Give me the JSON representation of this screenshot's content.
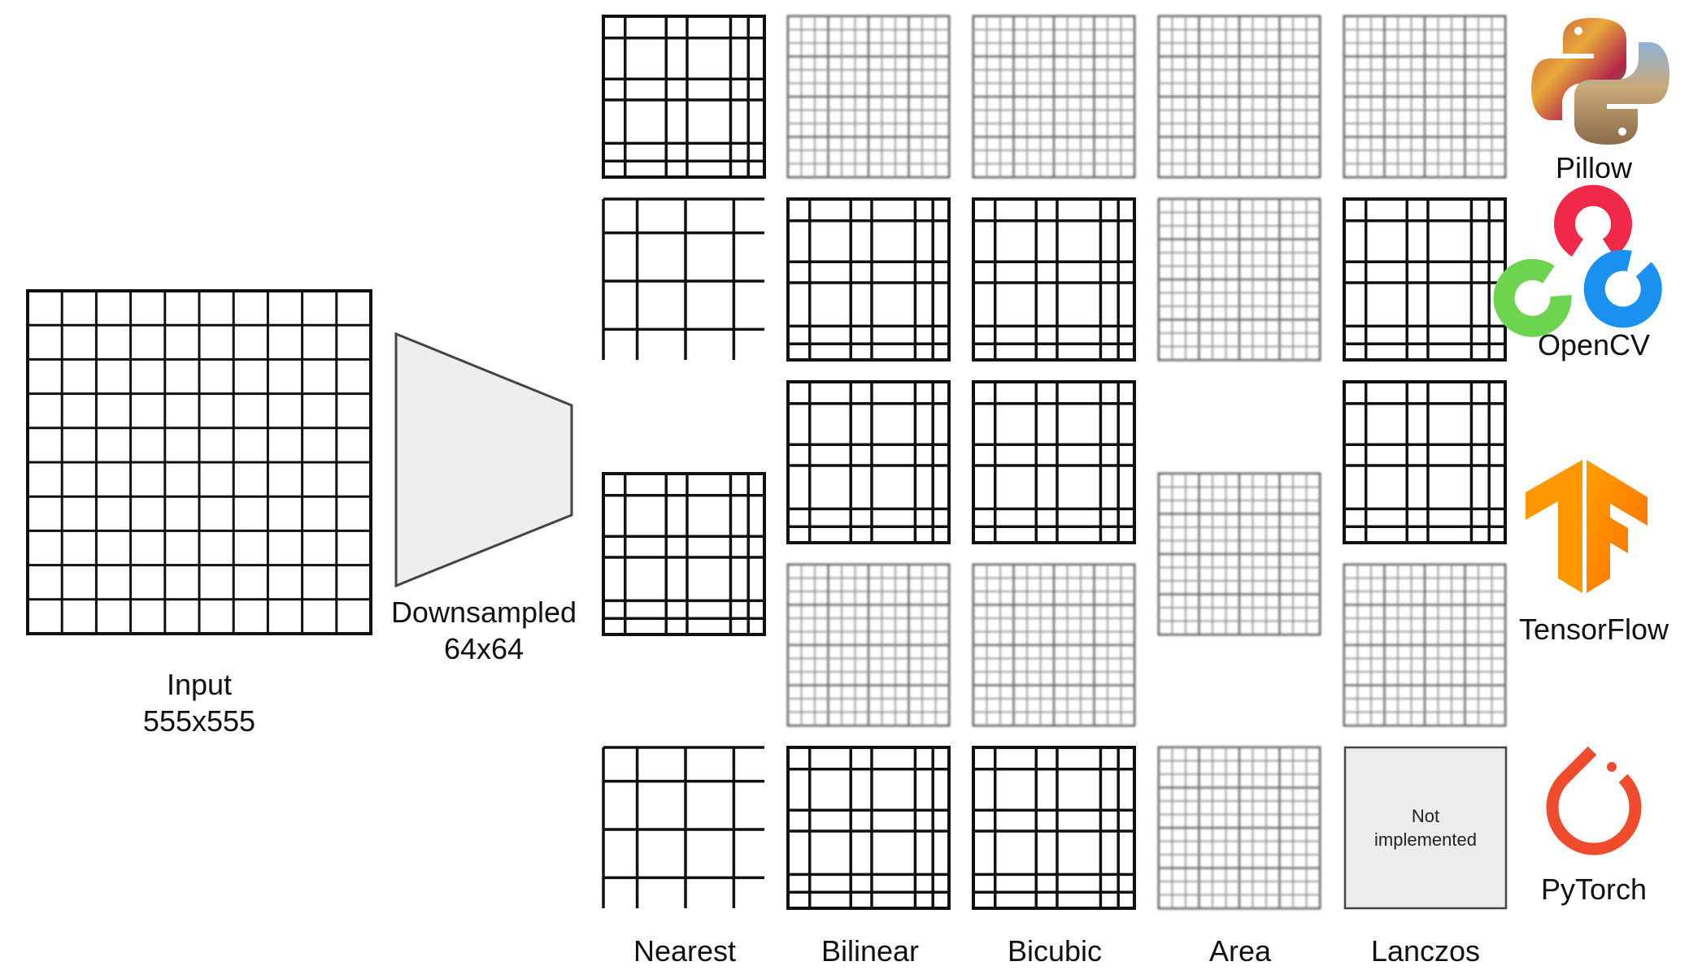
{
  "input": {
    "title": "Input",
    "size": "555x555"
  },
  "downsampler": {
    "title": "Downsampled",
    "size": "64x64"
  },
  "methods": [
    "Nearest",
    "Bilinear",
    "Bicubic",
    "Area",
    "Lanczos"
  ],
  "libraries": [
    {
      "name": "Pillow",
      "icon": "python-pillow-icon"
    },
    {
      "name": "OpenCV",
      "icon": "opencv-icon"
    },
    {
      "name": "TensorFlow",
      "icon": "tensorflow-icon"
    },
    {
      "name": "PyTorch",
      "icon": "pytorch-icon"
    }
  ],
  "not_implemented": {
    "line1": "Not",
    "line2": "implemented"
  },
  "colors": {
    "opencv_red": "#f0284a",
    "opencv_green": "#6cd44f",
    "opencv_blue": "#1a90f0",
    "tensorflow_orange": "#ff8c00",
    "pytorch_red": "#ee4c2c",
    "python_blue": "#3a78b0",
    "python_yellow": "#f2cf3c"
  }
}
